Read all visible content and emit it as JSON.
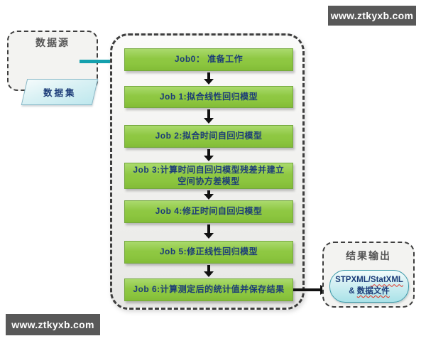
{
  "watermark": {
    "top_right": "www.ztkyxb.com",
    "bottom_left": "www.ztkyxb.com"
  },
  "source": {
    "title": "数据源",
    "dataset_label": "数据集"
  },
  "pipeline": {
    "jobs": [
      "Job0： 准备工作",
      "Job 1:拟合线性回归模型",
      "Job 2:拟合时间自回归模型",
      "Job 3:计算时间自回归模型残差并建立空间协方差模型",
      "Job 4:修正时间自回归模型",
      "Job 5:修正线性回归模型",
      "Job 6:计算测定后的统计值并保存结果"
    ]
  },
  "output": {
    "title": "结果输出",
    "node": {
      "line1_prefix": "STPXML/",
      "line1_marked": "StatXML",
      "line2_prefix": "& ",
      "line2_marked": "数据文件"
    }
  },
  "colors": {
    "job_green": "#8dc63f",
    "arrow_teal": "#14a0ad",
    "arrow_black": "#111111",
    "node_cyan": "#a9e2e8",
    "text_navy": "#1c3c78",
    "banner_gray": "#585858"
  }
}
